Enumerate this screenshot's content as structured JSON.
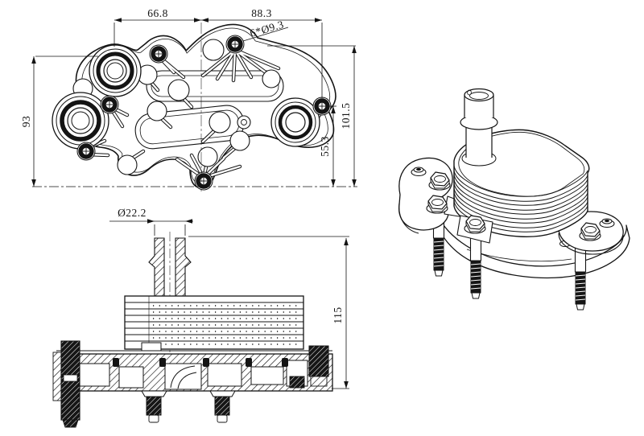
{
  "drawing": {
    "background": "#ffffff",
    "line_color": "#141414",
    "views": {
      "top_view": {
        "name": "top-view",
        "dims": {
          "width_left": "66.8",
          "width_right": "88.3",
          "holes_callout": "6*Ø9.3",
          "height_overall_left": "93",
          "height_overall_right": "101.5",
          "height_inner_right": "55.3"
        }
      },
      "section_view": {
        "name": "front-section-view",
        "dims": {
          "pipe_diameter": "Ø22.2",
          "overall_height": "115"
        }
      },
      "iso_view": {
        "name": "isometric-view"
      }
    }
  }
}
